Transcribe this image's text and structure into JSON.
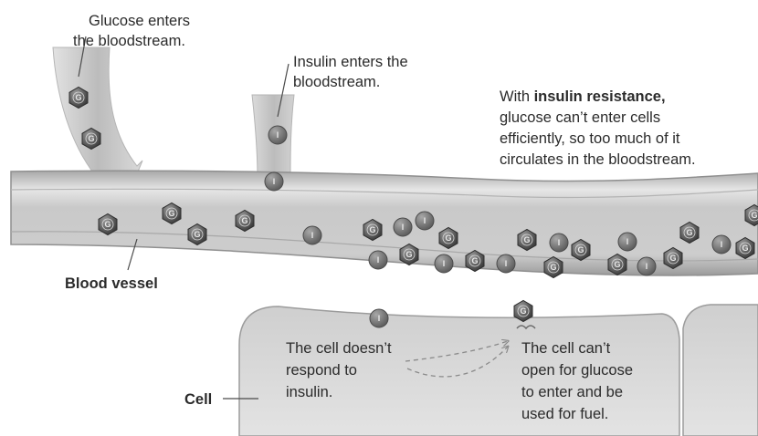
{
  "labels": {
    "glucose_enters": [
      "Glucose enters",
      "the bloodstream."
    ],
    "insulin_enters": [
      "Insulin enters the",
      "bloodstream."
    ],
    "resistance": {
      "line1_prefix": "With ",
      "line1_bold": "insulin resistance,",
      "lines": [
        "glucose can’t enter cells",
        "efficiently, so too much of it",
        "circulates in the bloodstream."
      ]
    },
    "blood_vessel": "Blood vessel",
    "cell": "Cell",
    "cell_no_response": [
      "The cell doesn’t",
      "respond to",
      "insulin."
    ],
    "cell_cant_open": [
      "The cell can’t",
      "open for glucose",
      "to enter and be",
      "used for fuel."
    ]
  },
  "molecules": {
    "glucose_letter": "G",
    "insulin_letter": "I"
  },
  "colors": {
    "background": "#ffffff",
    "vessel_wall": "#bdbdbd",
    "vessel_inner": "#cfcfcf",
    "arrow": "#c4c4c4",
    "cell_fill": "#dcdcdc",
    "glucose": "#575757",
    "insulin": "#7a7a7a",
    "text": "#2b2b2b"
  }
}
